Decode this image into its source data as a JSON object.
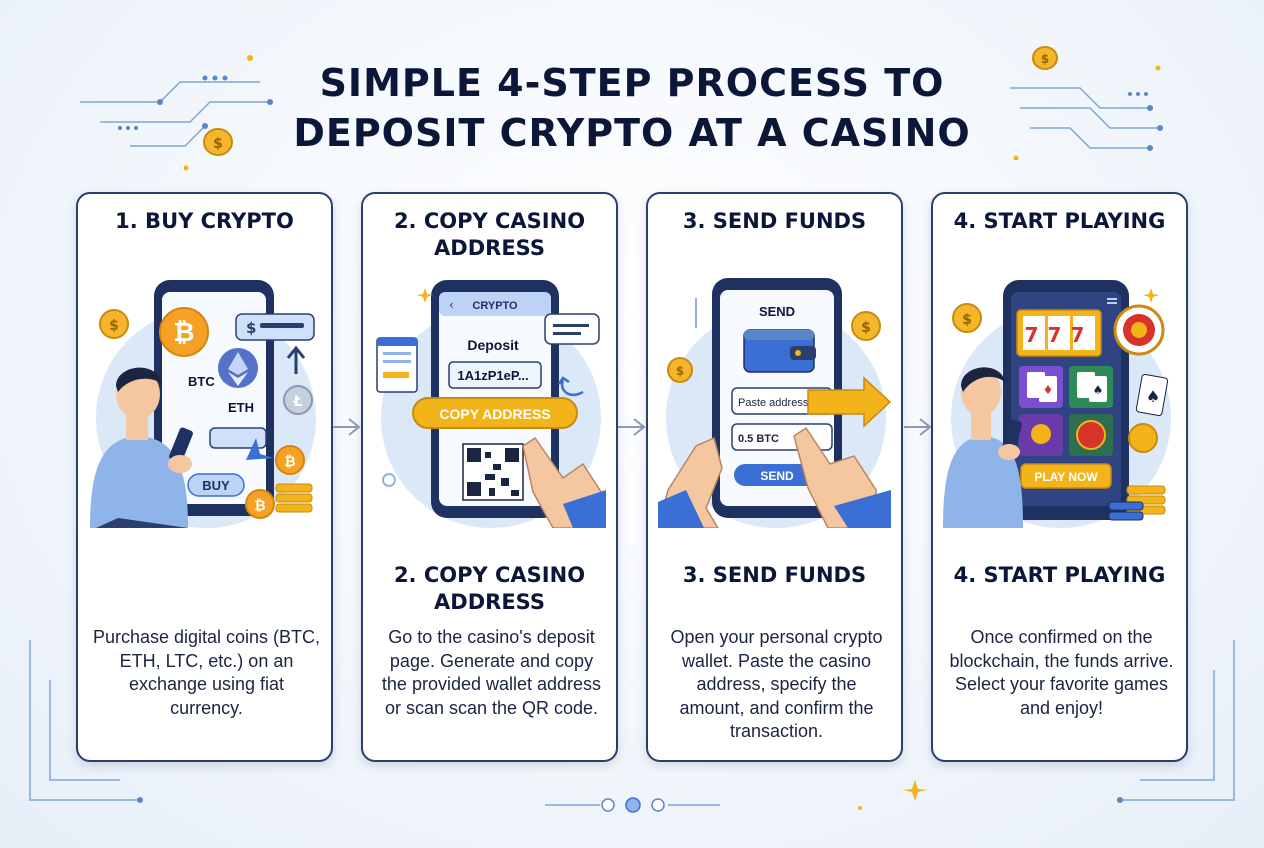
{
  "title": {
    "line1": "SIMPLE 4-STEP PROCESS TO",
    "line2": "DEPOSIT CRYPTO AT A CASINO"
  },
  "steps": [
    {
      "heading": "1. BUY CRYPTO",
      "subheading": "",
      "description": "Purchase digital coins (BTC, ETH, LTC, etc.) on an exchange using fiat currency.",
      "illustration": {
        "coin_btc_label": "BTC",
        "coin_eth_label": "ETH",
        "buy_button": "BUY",
        "icons": [
          "bitcoin-icon",
          "ethereum-icon",
          "litecoin-icon",
          "dollar-coin-icon"
        ]
      }
    },
    {
      "heading": "2. COPY CASINO ADDRESS",
      "subheading": "2. COPY CASINO ADDRESS",
      "description": "Go to the casino's deposit page. Generate and copy the provided wallet address or scan scan the QR code.",
      "illustration": {
        "app_header": "CRYPTO",
        "deposit_label": "Deposit",
        "address_value": "1A1zP1eP...",
        "copy_button": "COPY ADDRESS",
        "icons": [
          "qr-code-icon",
          "hand-pointer-icon"
        ]
      }
    },
    {
      "heading": "3. SEND FUNDS",
      "subheading": "3. SEND FUNDS",
      "description": "Open your personal crypto wallet. Paste the casino address, specify the amount, and confirm the transaction.",
      "illustration": {
        "screen_title": "SEND",
        "address_input_value": "Paste address...",
        "amount_input_value": "0.5 BTC",
        "send_button": "SEND",
        "icons": [
          "wallet-icon",
          "arrow-right-icon"
        ]
      }
    },
    {
      "heading": "4. START PLAYING",
      "subheading": "4. START PLAYING",
      "description": "Once confirmed on the blockchain, the funds arrive. Select your favorite games and enjoy!",
      "illustration": {
        "slot_symbols": "777",
        "play_button": "PLAY NOW",
        "icons": [
          "slot-machine-icon",
          "roulette-icon",
          "cards-icon",
          "chips-icon"
        ]
      }
    }
  ],
  "colors": {
    "navy": "#0b1638",
    "card_border": "#2a3f6e",
    "accent_blue": "#3b6fd6",
    "gold": "#f2b418",
    "bitcoin_orange": "#f4a125",
    "skin": "#f5c7a0"
  }
}
